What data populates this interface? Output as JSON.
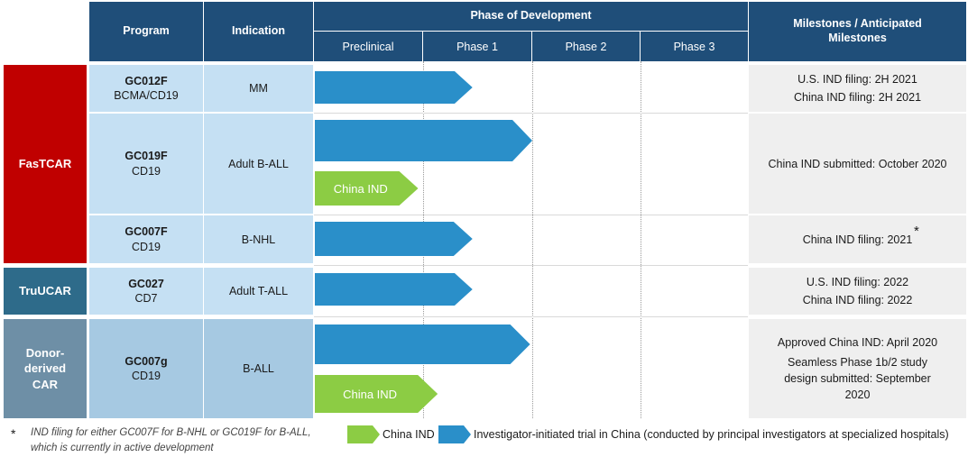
{
  "header": {
    "program": "Program",
    "indication": "Indication",
    "phase_of_development": "Phase of Development",
    "milestones": "Milestones / Anticipated Milestones",
    "phases": [
      "Preclinical",
      "Phase 1",
      "Phase 2",
      "Phase 3"
    ]
  },
  "categories": [
    {
      "label": "FasTCAR",
      "color": "#c00000"
    },
    {
      "label": "TruUCAR",
      "color": "#2e6b8a"
    },
    {
      "label": "Donor-derived CAR",
      "color": "#6e8fa6"
    }
  ],
  "rows": [
    {
      "code": "GC012F",
      "target": "BCMA/CD19",
      "indication": "MM",
      "milestones": [
        "U.S. IND filing: 2H 2021",
        "China IND filing: 2H 2021"
      ],
      "bars": [
        {
          "kind": "investigator",
          "progress": 1.45
        }
      ]
    },
    {
      "code": "GC019F",
      "target": "CD19",
      "indication": "Adult B-ALL",
      "milestones": [
        "China IND submitted: October 2020"
      ],
      "bars": [
        {
          "kind": "investigator",
          "progress": 2.0
        },
        {
          "kind": "china_ind",
          "progress": 0.95,
          "label": "China IND"
        }
      ]
    },
    {
      "code": "GC007F",
      "target": "CD19",
      "indication": "B-NHL",
      "milestones": [
        "China IND filing: 2021"
      ],
      "asterisk": "*",
      "bars": [
        {
          "kind": "investigator",
          "progress": 1.45
        }
      ]
    },
    {
      "code": "GC027",
      "target": "CD7",
      "indication": "Adult T-ALL",
      "milestones": [
        "U.S. IND filing: 2022",
        "China IND filing: 2022"
      ],
      "bars": [
        {
          "kind": "investigator",
          "progress": 1.45
        }
      ]
    },
    {
      "code": "GC007g",
      "target": "CD19",
      "indication": "B-ALL",
      "milestones": [
        "Approved China IND: April 2020",
        "Seamless Phase 1b/2 study design submitted: September 2020"
      ],
      "bars": [
        {
          "kind": "investigator",
          "progress": 1.98
        },
        {
          "kind": "china_ind",
          "progress": 1.13,
          "label": "China IND"
        }
      ]
    }
  ],
  "colors": {
    "investigator": "#2a8fc9",
    "china_ind": "#8ccc44",
    "header": "#1f4e79",
    "fastcar_cell": "#c5e0f3",
    "donor_cell": "#a6c9e2"
  },
  "footnote": {
    "marker": "*",
    "text": "IND filing for either GC007F for B-NHL or GC019F for B-ALL, which is currently in active development"
  },
  "legend": {
    "china_ind": "China IND",
    "investigator": "Investigator-initiated trial in China (conducted by principal investigators at specialized hospitals)"
  }
}
